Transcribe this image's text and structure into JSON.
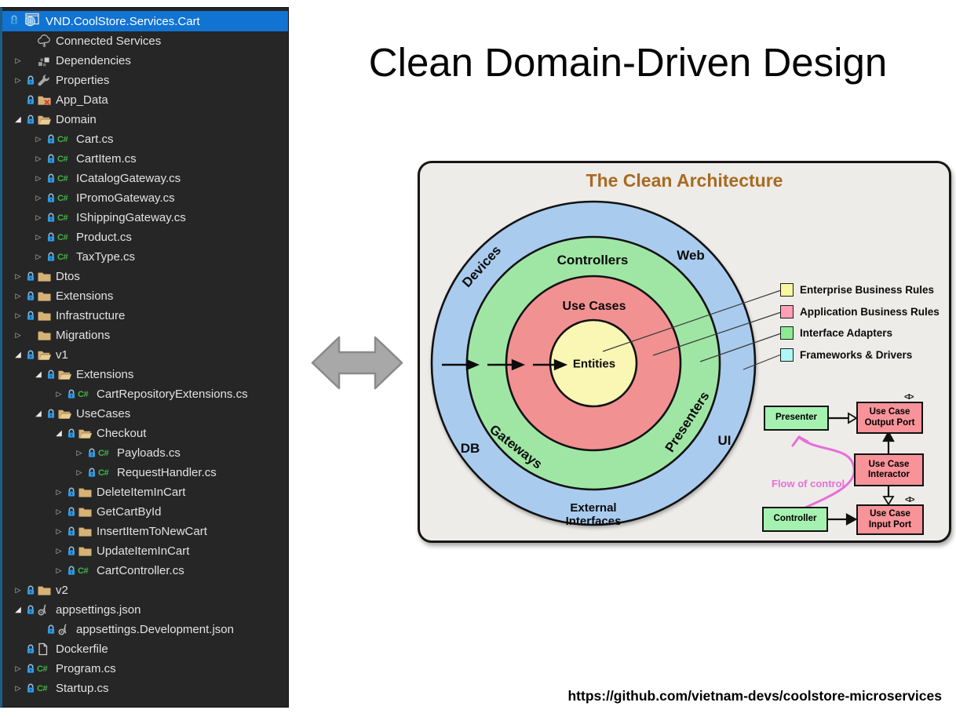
{
  "slide": {
    "title": "Clean Domain-Driven Design",
    "footer_url": "https://github.com/vietnam-devs/coolstore-microservices"
  },
  "solution_explorer": {
    "project": {
      "label": "VND.CoolStore.Services.Cart",
      "icon": "project-web",
      "selected": true
    },
    "items": [
      {
        "label": "Connected Services",
        "indent": 1,
        "twisty": "none",
        "lock": false,
        "icon": "cloud"
      },
      {
        "label": "Dependencies",
        "indent": 1,
        "twisty": "collapsed",
        "lock": false,
        "icon": "dependencies"
      },
      {
        "label": "Properties",
        "indent": 1,
        "twisty": "collapsed",
        "lock": true,
        "icon": "wrench"
      },
      {
        "label": "App_Data",
        "indent": 1,
        "twisty": "none",
        "lock": true,
        "icon": "folder-error"
      },
      {
        "label": "Domain",
        "indent": 1,
        "twisty": "expanded",
        "lock": true,
        "icon": "folder-open"
      },
      {
        "label": "Cart.cs",
        "indent": 2,
        "twisty": "collapsed",
        "lock": true,
        "icon": "csharp"
      },
      {
        "label": "CartItem.cs",
        "indent": 2,
        "twisty": "collapsed",
        "lock": true,
        "icon": "csharp"
      },
      {
        "label": "ICatalogGateway.cs",
        "indent": 2,
        "twisty": "collapsed",
        "lock": true,
        "icon": "csharp"
      },
      {
        "label": "IPromoGateway.cs",
        "indent": 2,
        "twisty": "collapsed",
        "lock": true,
        "icon": "csharp"
      },
      {
        "label": "IShippingGateway.cs",
        "indent": 2,
        "twisty": "collapsed",
        "lock": true,
        "icon": "csharp"
      },
      {
        "label": "Product.cs",
        "indent": 2,
        "twisty": "collapsed",
        "lock": true,
        "icon": "csharp"
      },
      {
        "label": "TaxType.cs",
        "indent": 2,
        "twisty": "collapsed",
        "lock": true,
        "icon": "csharp"
      },
      {
        "label": "Dtos",
        "indent": 1,
        "twisty": "collapsed",
        "lock": true,
        "icon": "folder"
      },
      {
        "label": "Extensions",
        "indent": 1,
        "twisty": "collapsed",
        "lock": true,
        "icon": "folder"
      },
      {
        "label": "Infrastructure",
        "indent": 1,
        "twisty": "collapsed",
        "lock": true,
        "icon": "folder"
      },
      {
        "label": "Migrations",
        "indent": 1,
        "twisty": "collapsed",
        "lock": false,
        "icon": "folder"
      },
      {
        "label": "v1",
        "indent": 1,
        "twisty": "expanded",
        "lock": true,
        "icon": "folder-open"
      },
      {
        "label": "Extensions",
        "indent": 2,
        "twisty": "expanded",
        "lock": true,
        "icon": "folder-open"
      },
      {
        "label": "CartRepositoryExtensions.cs",
        "indent": 3,
        "twisty": "collapsed",
        "lock": true,
        "icon": "csharp"
      },
      {
        "label": "UseCases",
        "indent": 2,
        "twisty": "expanded",
        "lock": true,
        "icon": "folder-open"
      },
      {
        "label": "Checkout",
        "indent": 3,
        "twisty": "expanded",
        "lock": true,
        "icon": "folder-open"
      },
      {
        "label": "Payloads.cs",
        "indent": 4,
        "twisty": "collapsed",
        "lock": true,
        "icon": "csharp"
      },
      {
        "label": "RequestHandler.cs",
        "indent": 4,
        "twisty": "collapsed",
        "lock": true,
        "icon": "csharp"
      },
      {
        "label": "DeleteItemInCart",
        "indent": 3,
        "twisty": "collapsed",
        "lock": true,
        "icon": "folder"
      },
      {
        "label": "GetCartById",
        "indent": 3,
        "twisty": "collapsed",
        "lock": true,
        "icon": "folder"
      },
      {
        "label": "InsertItemToNewCart",
        "indent": 3,
        "twisty": "collapsed",
        "lock": true,
        "icon": "folder"
      },
      {
        "label": "UpdateItemInCart",
        "indent": 3,
        "twisty": "collapsed",
        "lock": true,
        "icon": "folder"
      },
      {
        "label": "CartController.cs",
        "indent": 3,
        "twisty": "collapsed",
        "lock": true,
        "icon": "csharp"
      },
      {
        "label": "v2",
        "indent": 1,
        "twisty": "collapsed",
        "lock": true,
        "icon": "folder"
      },
      {
        "label": "appsettings.json",
        "indent": 1,
        "twisty": "expanded",
        "lock": true,
        "icon": "json"
      },
      {
        "label": "appsettings.Development.json",
        "indent": 2,
        "twisty": "none",
        "lock": true,
        "icon": "json"
      },
      {
        "label": "Dockerfile",
        "indent": 1,
        "twisty": "none",
        "lock": true,
        "icon": "file"
      },
      {
        "label": "Program.cs",
        "indent": 1,
        "twisty": "collapsed",
        "lock": true,
        "icon": "csharp"
      },
      {
        "label": "Startup.cs",
        "indent": 1,
        "twisty": "collapsed",
        "lock": true,
        "icon": "csharp"
      }
    ]
  },
  "clean_architecture": {
    "title": "The Clean Architecture",
    "colors": {
      "frameworks_drivers": "#A9CBEE",
      "interface_adapters": "#9FE6A5",
      "application_rules": "#F29191",
      "enterprise_rules": "#FAF6B4"
    },
    "ring_labels": {
      "devices": "Devices",
      "web": "Web",
      "controllers": "Controllers",
      "use_cases": "Use Cases",
      "entities": "Entities",
      "gateways": "Gateways",
      "db": "DB",
      "presenters": "Presenters",
      "ui": "UI",
      "external_interfaces": "External\nInterfaces"
    },
    "legend": [
      {
        "label": "Enterprise Business Rules",
        "color": "#F7F7A3"
      },
      {
        "label": "Application Business Rules",
        "color": "#FF9FB8"
      },
      {
        "label": "Interface Adapters",
        "color": "#8DEB94"
      },
      {
        "label": "Frameworks & Drivers",
        "color": "#AFF6F8"
      }
    ],
    "flow": {
      "presenter": "Presenter",
      "controller": "Controller",
      "output_port": "Use Case Output Port",
      "interactor": "Use Case Interactor",
      "input_port": "Use Case Input Port",
      "flow_label": "Flow of control",
      "interface_marker": "<I>",
      "box_green": "#A5F2B0",
      "box_pink": "#F79399",
      "flow_color": "#E86FD7"
    }
  }
}
